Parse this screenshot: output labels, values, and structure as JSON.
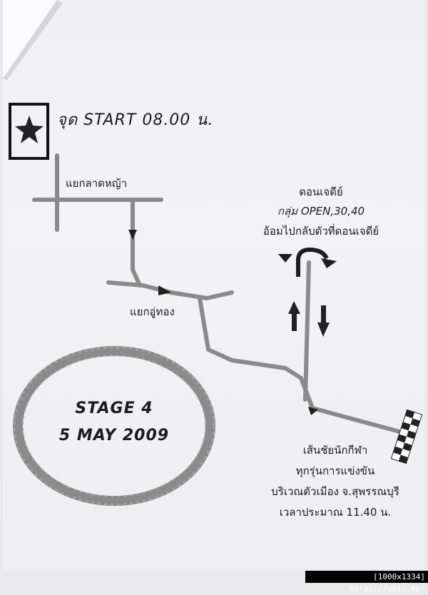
{
  "start": {
    "title": "จุด START  08.00 น."
  },
  "junctions": {
    "first": "แยกลาดหญ้า",
    "second": "แยกอู่ทอง"
  },
  "turnaround": {
    "line1": "ดอนเจดีย์",
    "line2": "กลุ่ม OPEN,30,40",
    "line3": "อ้อมไปกลับตัวที่ดอนเจดีย์"
  },
  "stage_badge": {
    "line1": "STAGE 4",
    "line2": "5 MAY 2009"
  },
  "finish": {
    "line1": "เส้นชัยนักกีฬา",
    "line2": "ทุกรุ่นการแข่งขัน",
    "line3": "บริเวณตัวเมือง จ.สุพรรณบุรี",
    "line4": "เวลาประมาณ 11.40 น."
  },
  "watermark": "[1000x1334] https://upic.me/",
  "colors": {
    "road": "#8a8a8a",
    "ink": "#1b1b1b",
    "paper": "#f1f1f4"
  },
  "icons": [
    "star-icon",
    "checkered-flag-icon",
    "u-turn-arrow-icon",
    "up-arrow-icon",
    "down-arrow-icon",
    "direction-arrow-icon"
  ]
}
